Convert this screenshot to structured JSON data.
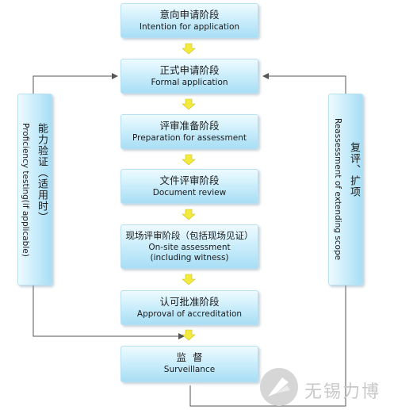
{
  "stages": [
    {
      "cn": "意向申请阶段",
      "en": "Intention for application"
    },
    {
      "cn": "正式申请阶段",
      "en": "Formal application"
    },
    {
      "cn": "评审准备阶段",
      "en": "Preparation for assessment"
    },
    {
      "cn": "文件评审阶段",
      "en": "Document review"
    },
    {
      "cn": "现场评审阶段（包括现场见证）",
      "en": "On-site assessment",
      "en2": "(including witness)"
    },
    {
      "cn": "认可批准阶段",
      "en": "Approval of accreditation"
    },
    {
      "cn": "监  督",
      "en": "Surveillance"
    }
  ],
  "left_side": {
    "cn": "能力验证（适用时）",
    "en": "Proficiency testing(if applicable)"
  },
  "right_side": {
    "cn": "复评、扩项",
    "en": "Reassessment of extending scope"
  },
  "watermark": {
    "text": "无锡力博"
  },
  "colors": {
    "arrow": "#f2ea3c",
    "arrow_stroke": "#c9c21a",
    "connector": "#555555",
    "box_bottom": "#a8def5"
  }
}
